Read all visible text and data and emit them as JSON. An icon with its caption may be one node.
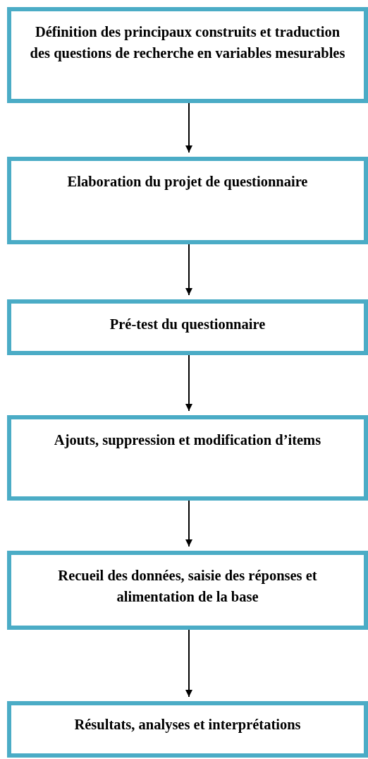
{
  "diagram": {
    "nodes": [
      {
        "text": [
          "Définition des principaux construits et traduction des questions de recherche en variables mesurables"
        ]
      },
      {
        "text": [
          "Elaboration du projet de questionnaire"
        ]
      },
      {
        "text": [
          "Pré-test du questionnaire"
        ]
      },
      {
        "text": [
          "Ajouts, suppression et modification d’items"
        ]
      },
      {
        "text": [
          "Recueil des données, saisie des réponses et alimentation de la base"
        ]
      },
      {
        "text": [
          "Résultats, analyses et interprétations"
        ]
      }
    ],
    "edges": [
      {
        "from": 0,
        "to": 1,
        "arrow": "to"
      },
      {
        "from": 1,
        "to": 2,
        "arrow": "to"
      },
      {
        "from": 2,
        "to": 3,
        "arrow": "to"
      },
      {
        "from": 3,
        "to": 4,
        "arrow": "to"
      },
      {
        "from": 4,
        "to": 5,
        "arrow": "to"
      }
    ]
  }
}
